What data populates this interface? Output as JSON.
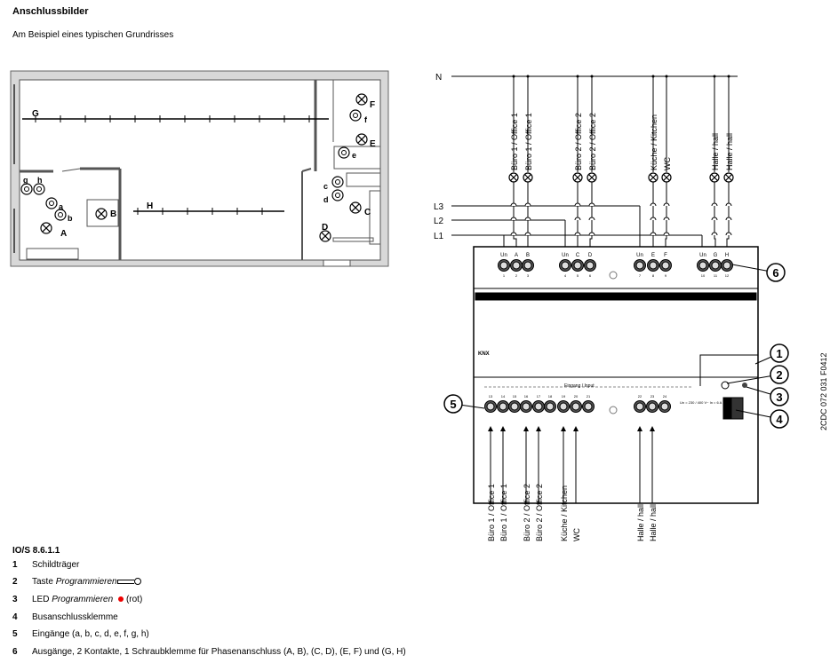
{
  "title": "Anschlussbilder",
  "subtitle": "Am Beispiel eines typischen Grundrisses",
  "floorplan": {
    "lights": [
      "A",
      "B",
      "C",
      "D",
      "E",
      "F",
      "G",
      "H"
    ],
    "inputs": [
      "a",
      "b",
      "c",
      "d",
      "e",
      "f",
      "g",
      "h"
    ]
  },
  "wiring": {
    "neutral": "N",
    "phases": [
      "L3",
      "L2",
      "L1"
    ],
    "outputs": [
      "Büro 1 / Office 1",
      "Büro 1 / Office 1",
      "Büro 2 / Office 2",
      "Büro 2 / Office 2",
      "Küche / Kitchen",
      "WC",
      "Halle / hall",
      "Halle / hall"
    ],
    "inputs": [
      "Büro 1 / Office 1",
      "Büro 1 / Office 1",
      "Büro 2 / Office 2",
      "Büro 2 / Office 2",
      "Küche / Kitchen",
      "WC",
      "Halle / hall",
      "Halle / hall"
    ]
  },
  "device": {
    "top_terminals": [
      "Un",
      "A",
      "B",
      "Un",
      "C",
      "D",
      "Un",
      "E",
      "F",
      "Un",
      "G",
      "H"
    ],
    "top_numbers": [
      "1",
      "2",
      "3",
      "4",
      "5",
      "6",
      "7",
      "8",
      "9",
      "10",
      "11",
      "12"
    ],
    "bottom_numbers": [
      "13",
      "14",
      "15",
      "16",
      "17",
      "18",
      "19",
      "20",
      "21",
      "22",
      "23",
      "24"
    ],
    "input_group_label": "Eingang / Input",
    "knx": "KNX",
    "rating": "Un = 230 / 400 V~  In = 6 A"
  },
  "callouts": [
    "1",
    "2",
    "3",
    "4",
    "5",
    "6"
  ],
  "figure_code": "2CDC 072 031 F0412",
  "legend": {
    "model": "IO/S 8.6.1.1",
    "items": [
      {
        "n": "1",
        "text": "Schildträger"
      },
      {
        "n": "2",
        "text": "Taste ",
        "em": "Programmieren"
      },
      {
        "n": "3",
        "text": "LED ",
        "em": "Programmieren",
        "suffix": "(rot)"
      },
      {
        "n": "4",
        "text": "Busanschlussklemme"
      },
      {
        "n": "5",
        "text": "Eingänge (a, b, c, d, e, f, g, h)"
      },
      {
        "n": "6",
        "text": "Ausgänge, 2 Kontakte, 1 Schraubklemme für Phasenanschluss (A, B), (C, D), (E, F) und (G, H)"
      }
    ]
  },
  "colors": {
    "led": "#e00000"
  }
}
